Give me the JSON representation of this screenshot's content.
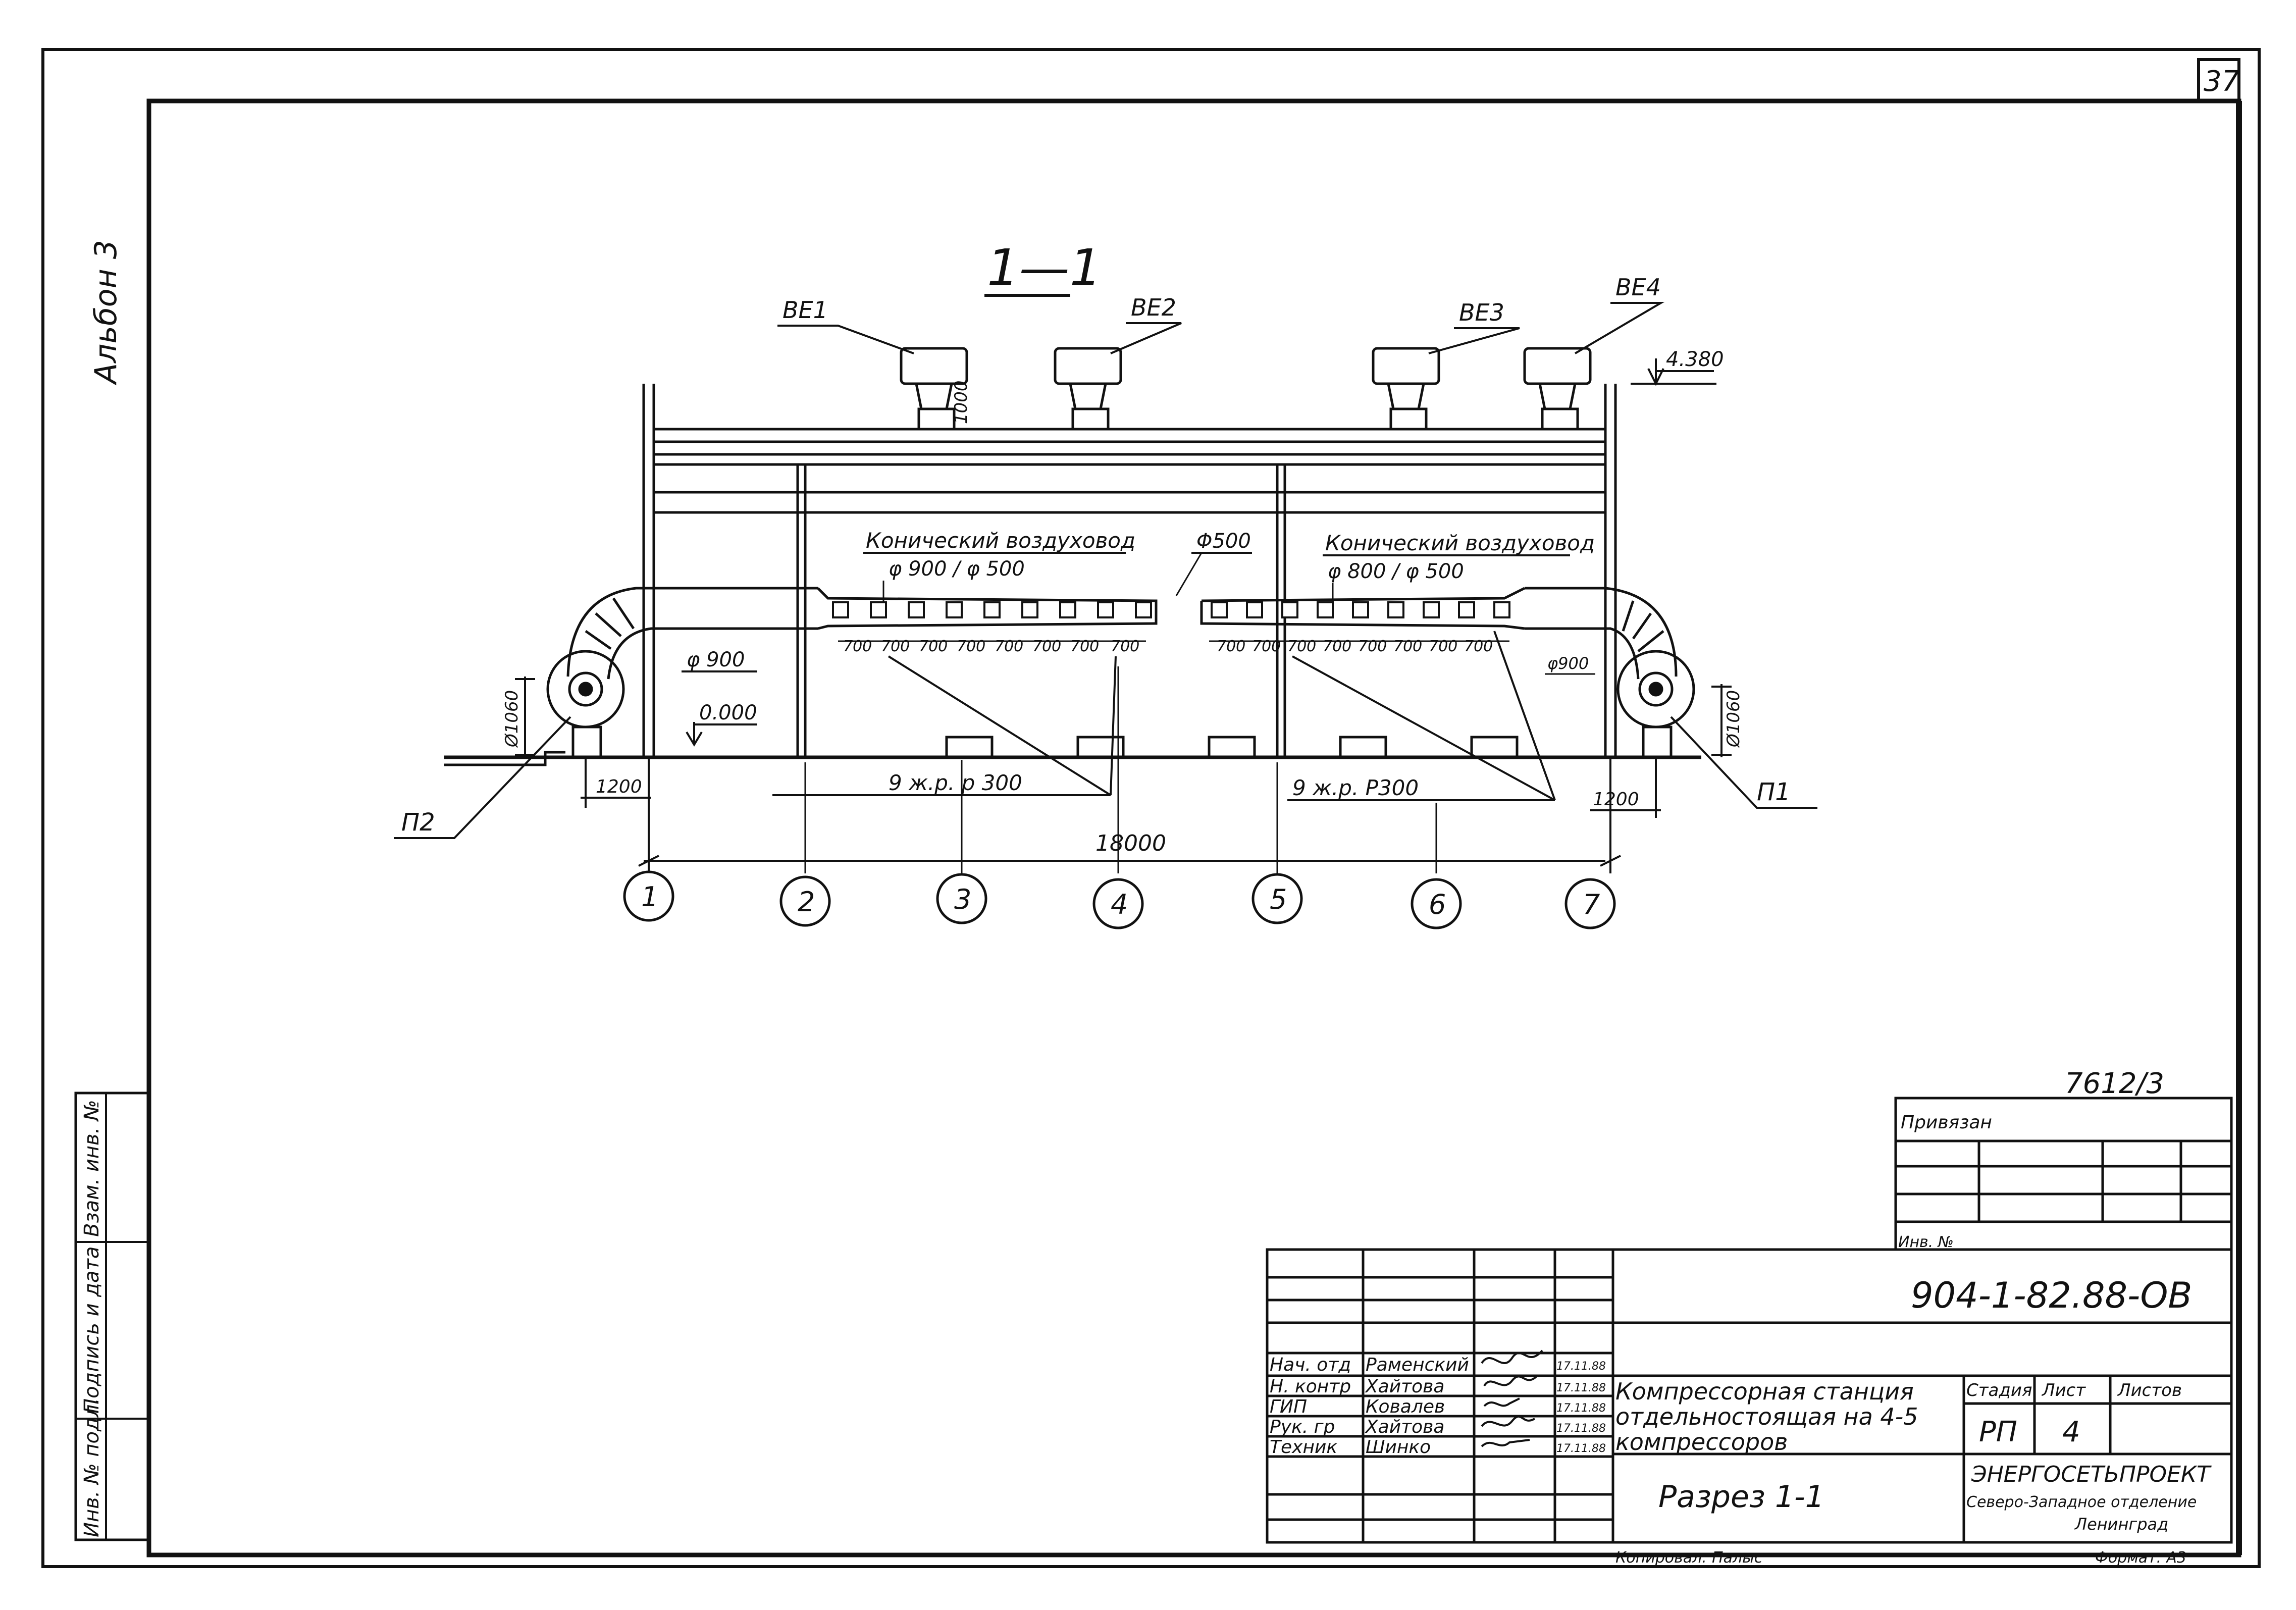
{
  "sheet": {
    "number": "37",
    "album": "Альбон 3",
    "section_title": "1—1",
    "copied_by": "Копировал: Палыс",
    "format": "Формат: А3"
  },
  "equipment": {
    "exhausts": [
      "ВЕ1",
      "ВЕ2",
      "ВЕ3",
      "ВЕ4"
    ],
    "supplies": [
      "П2",
      "П1"
    ]
  },
  "labels": {
    "duct_left": "Конический воздуховод",
    "duct_left_dims": "φ 900 / φ 500",
    "duct_right": "Конический воздуховод",
    "duct_right_dims": "φ 800 / φ 500",
    "phi500": "Φ500",
    "phi900_left": "φ 900",
    "phi900_right": "φ900",
    "elev_top": "4.380",
    "elev_zero": "0.000",
    "dim_1000": "1000",
    "dim_d1060_left": "Ø1060",
    "dim_d1060_right": "Ø1060",
    "dim_1200_left": "1200",
    "dim_1200_right": "1200",
    "grille_left": "9 ж.р. р 300",
    "grille_right": "9 ж.р. Р300",
    "span_total": "18000",
    "seg_left": [
      "700",
      "700",
      "700",
      "700",
      "700",
      "700",
      "700",
      "700"
    ],
    "seg_right": [
      "700",
      "700",
      "700",
      "700",
      "700",
      "700",
      "700",
      "700"
    ]
  },
  "axes": [
    "1",
    "2",
    "3",
    "4",
    "5",
    "6",
    "7"
  ],
  "stamp": {
    "sheet_code": "7612/3",
    "bound_label": "Привязан",
    "inv_label": "Инв. №",
    "doc_code": "904-1-82.88-ОВ",
    "project_title_1": "Компрессорная станция",
    "project_title_2": "отдельностоящая на 4-5",
    "project_title_3": "компрессоров",
    "drawing_title": "Разрез 1-1",
    "stage_label": "Стадия",
    "sheet_label": "Лист",
    "sheets_label": "Листов",
    "stage_value": "РП",
    "sheet_value": "4",
    "org_name": "ЭНЕРГОСЕТЬПРОЕКТ",
    "org_branch": "Северо-Западное отделение",
    "org_city": "Ленинград",
    "people": [
      {
        "role": "Нач. отд",
        "name": "Раменский",
        "date": "17.11.88"
      },
      {
        "role": "Н. контр",
        "name": "Хайтова",
        "date": "17.11.88"
      },
      {
        "role": "ГИП",
        "name": "Ковалев",
        "date": "17.11.88"
      },
      {
        "role": "Рук. гр",
        "name": "Хайтова",
        "date": "17.11.88"
      },
      {
        "role": "Техник",
        "name": "Шинко",
        "date": "17.11.88"
      }
    ]
  },
  "sidebar": {
    "cells": [
      "Инв. № подл.",
      "Подпись и дата",
      "Взам. инв. №"
    ]
  }
}
